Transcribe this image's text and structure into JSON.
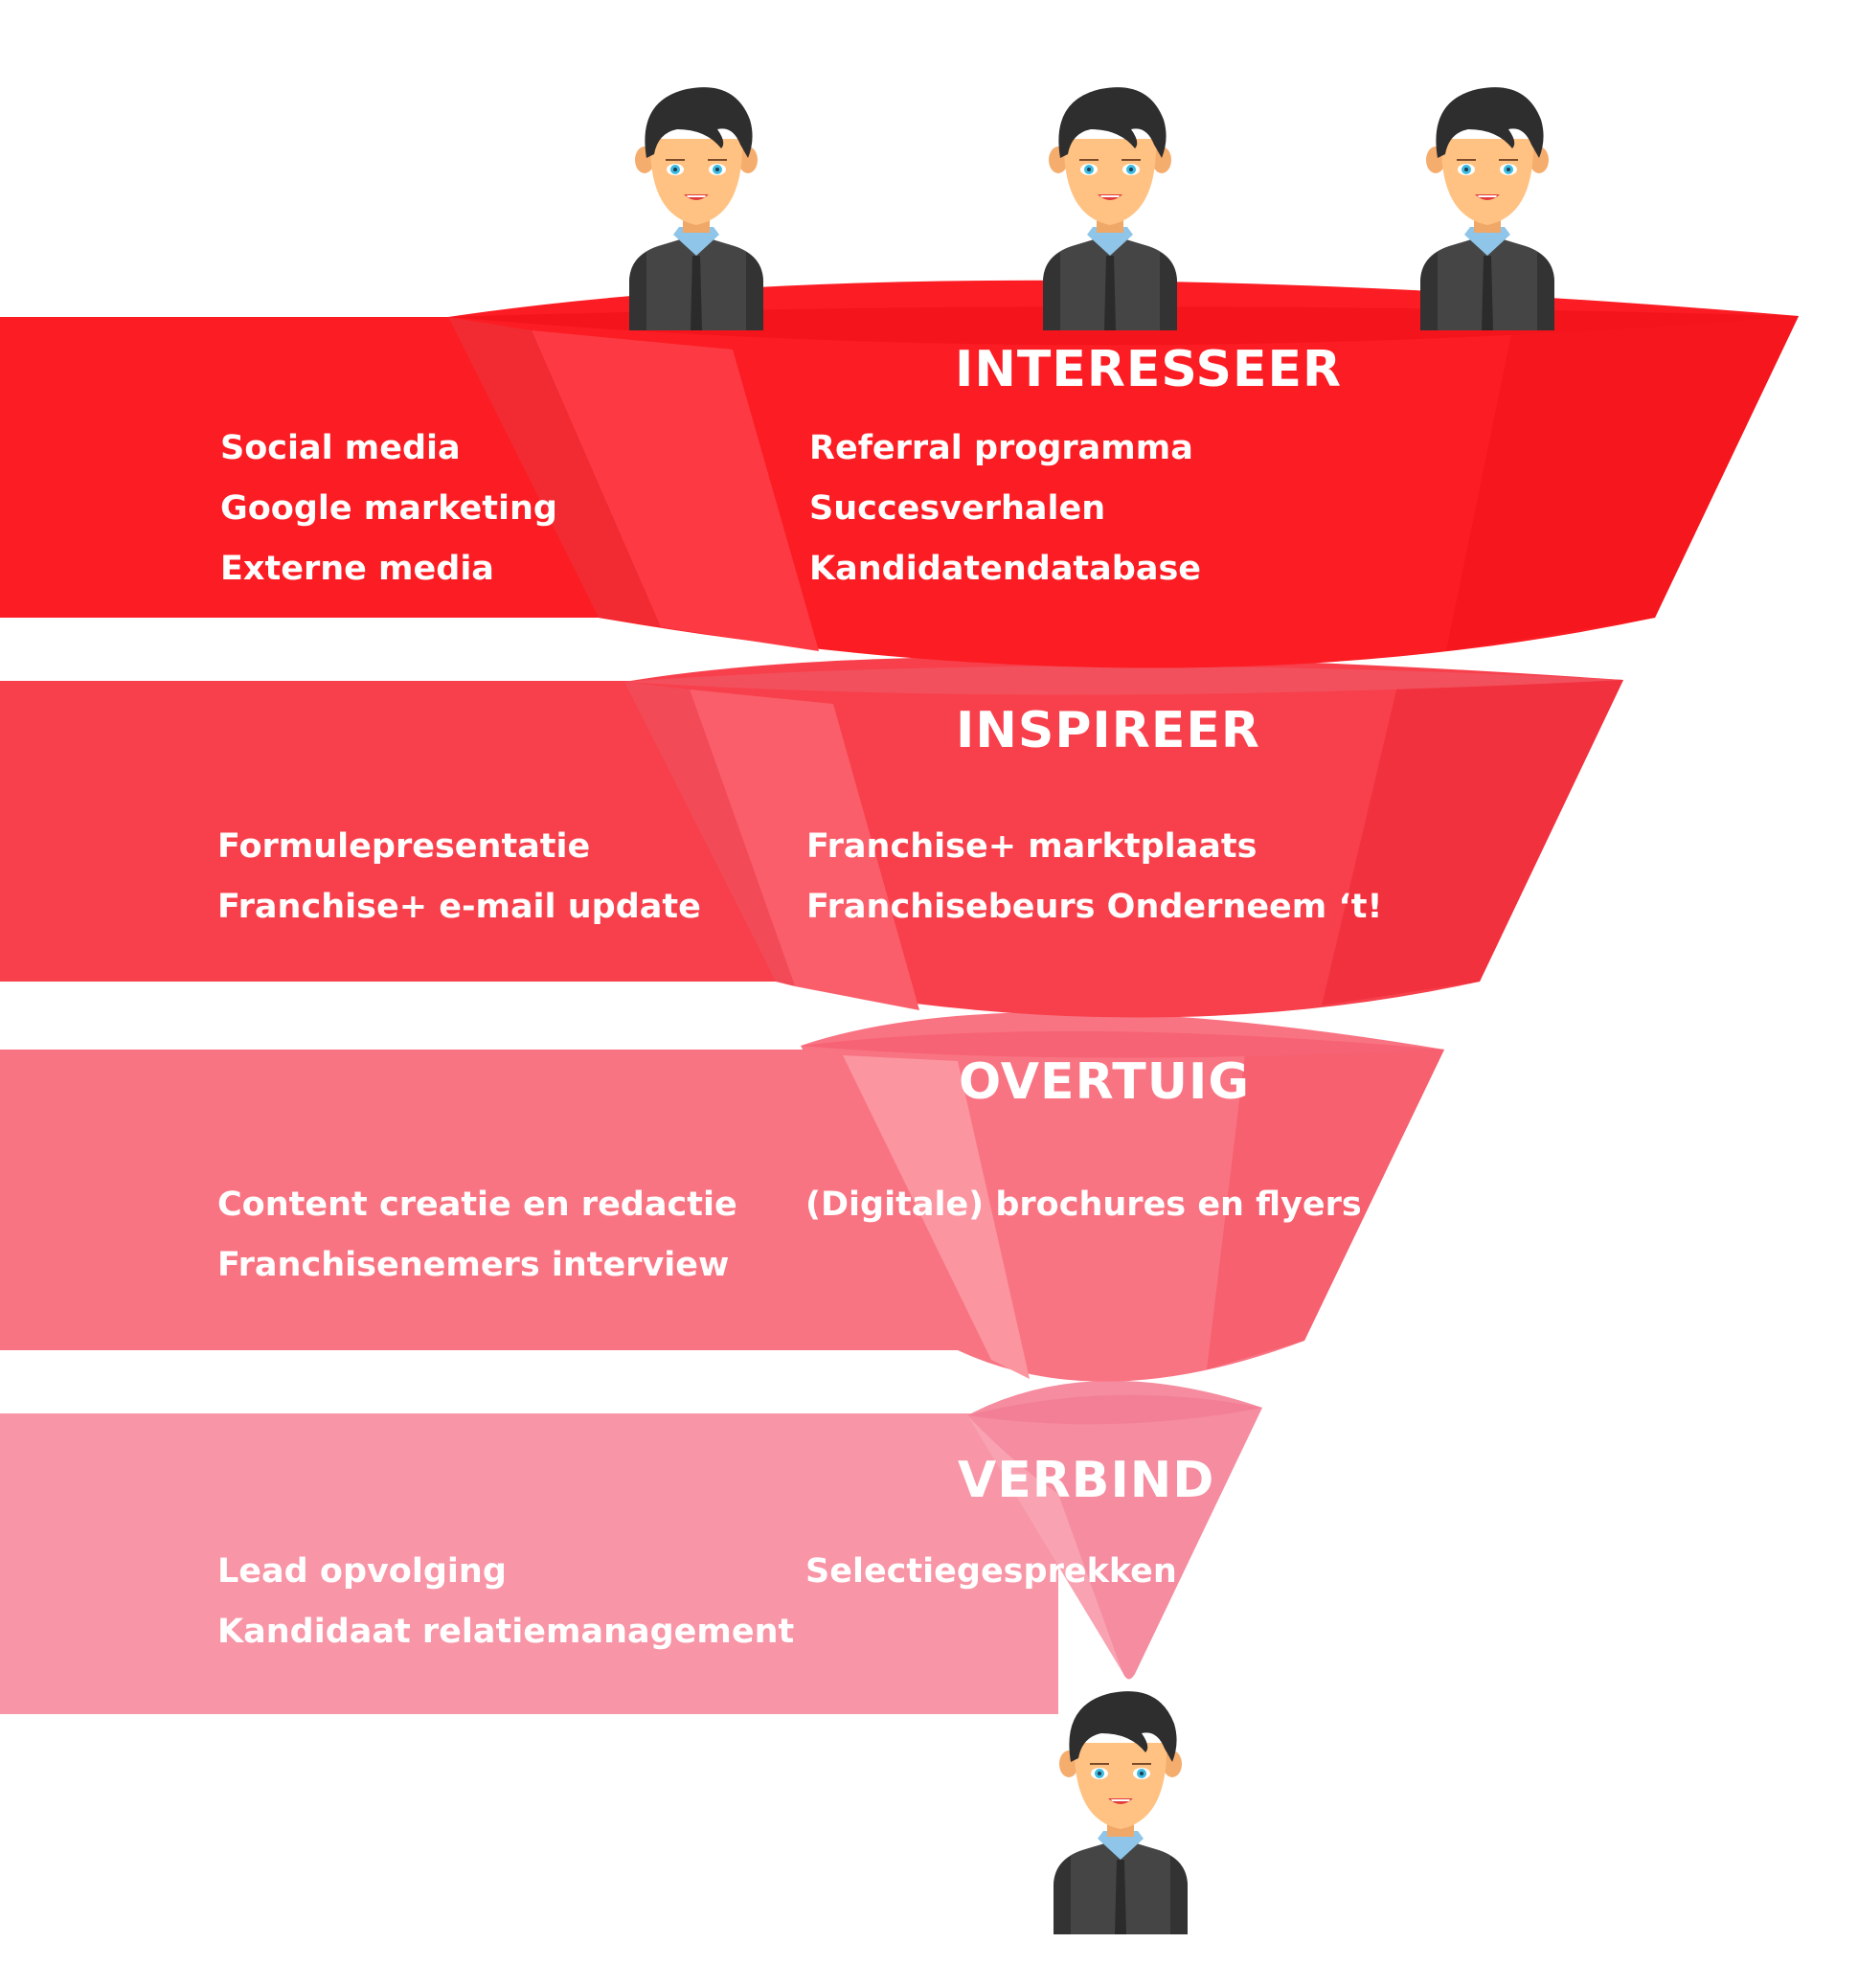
{
  "stages": [
    {
      "title": "INTERESSEER",
      "left_items": [
        "Social media",
        "Google marketing",
        "Externe media"
      ],
      "right_items": [
        "Referral programma",
        "Succesverhalen",
        "Kandidatendatabase"
      ],
      "color": "#fc1c23"
    },
    {
      "title": "INSPIREER",
      "left_items": [
        "Formulepresentatie",
        "Franchise+ e-mail update"
      ],
      "right_items": [
        "Franchise+ marktplaats",
        "Franchisebeurs Onderneem ‘t!"
      ],
      "color": "#f7404c"
    },
    {
      "title": "OVERTUIG",
      "left_items": [
        "Content creatie en redactie",
        "Franchisenemers interview"
      ],
      "right_items": [
        "(Digitale) brochures en flyers"
      ],
      "color": "#f97483"
    },
    {
      "title": "VERBIND",
      "left_items": [
        "Lead opvolging",
        "Kandidaat relatiemanagement"
      ],
      "right_items": [
        "Selectiegesprekken"
      ],
      "color": "#f895a6"
    }
  ],
  "icons": {
    "person": "person-icon",
    "skin": "#ffc282",
    "hair": "#2e2e2e",
    "suit": "#454545",
    "shirt": "#8ec5e8",
    "eyes": "#3dbbe0",
    "mouth": "#e23b3b"
  }
}
